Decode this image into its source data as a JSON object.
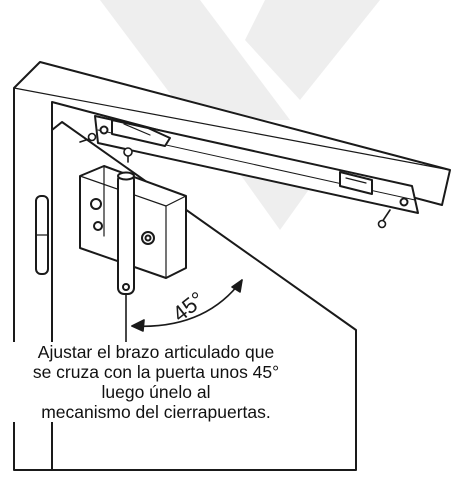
{
  "diagram": {
    "angle_label": "45°",
    "caption_lines": [
      "Ajustar el brazo articulado que",
      "se cruza con la puerta unos 45°",
      "luego únelo al",
      "mecanismo del cierrapuertas."
    ]
  },
  "colors": {
    "line": "#1a1a1a",
    "part_fill": "#ffffff",
    "watermark": "#ececec"
  }
}
